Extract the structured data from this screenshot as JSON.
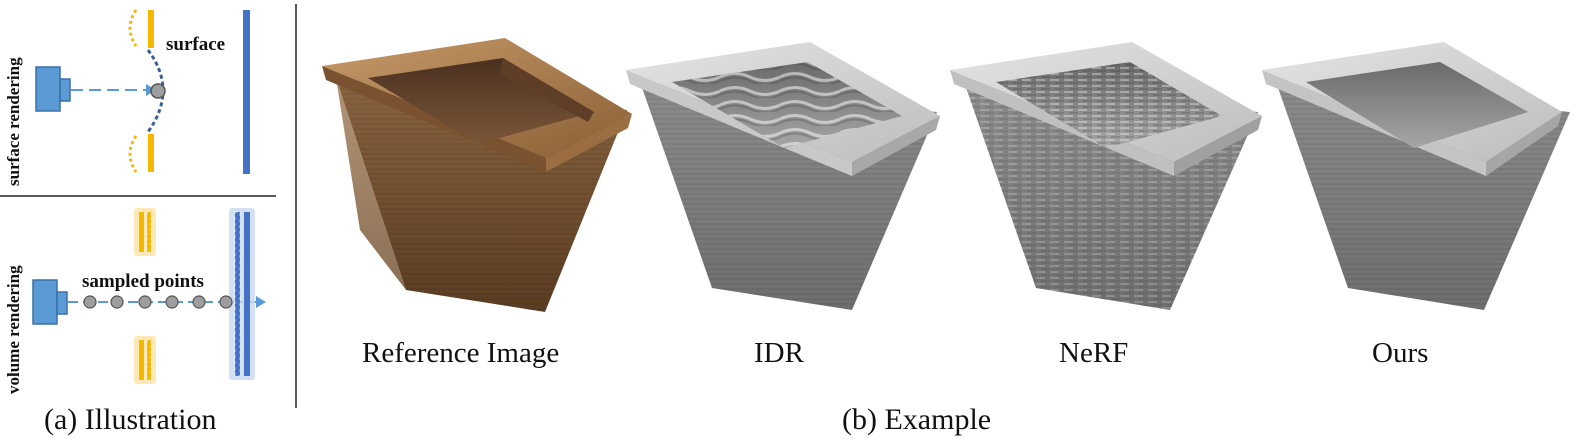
{
  "panel_a": {
    "top": {
      "side_label": "surface rendering",
      "annotation": "surface"
    },
    "bottom": {
      "side_label": "volume rendering",
      "annotation": "sampled points"
    },
    "caption": "(a) Illustration"
  },
  "panel_b": {
    "caption": "(b) Example",
    "methods": [
      {
        "label": "Reference Image",
        "style": "wood"
      },
      {
        "label": "IDR",
        "style": "gray-wavy"
      },
      {
        "label": "NeRF",
        "style": "gray-noisy"
      },
      {
        "label": "Ours",
        "style": "gray-clean"
      }
    ]
  },
  "colors": {
    "camera": "#5b9bd5",
    "camera_stroke": "#3b6fa8",
    "ray": "#5b9bd5",
    "surface_curve": "#3b5f91",
    "occluder": "#f5b800",
    "occluder_glow": "#fde3a6",
    "wall": "#4472c4",
    "point": "#9e9e9e"
  }
}
